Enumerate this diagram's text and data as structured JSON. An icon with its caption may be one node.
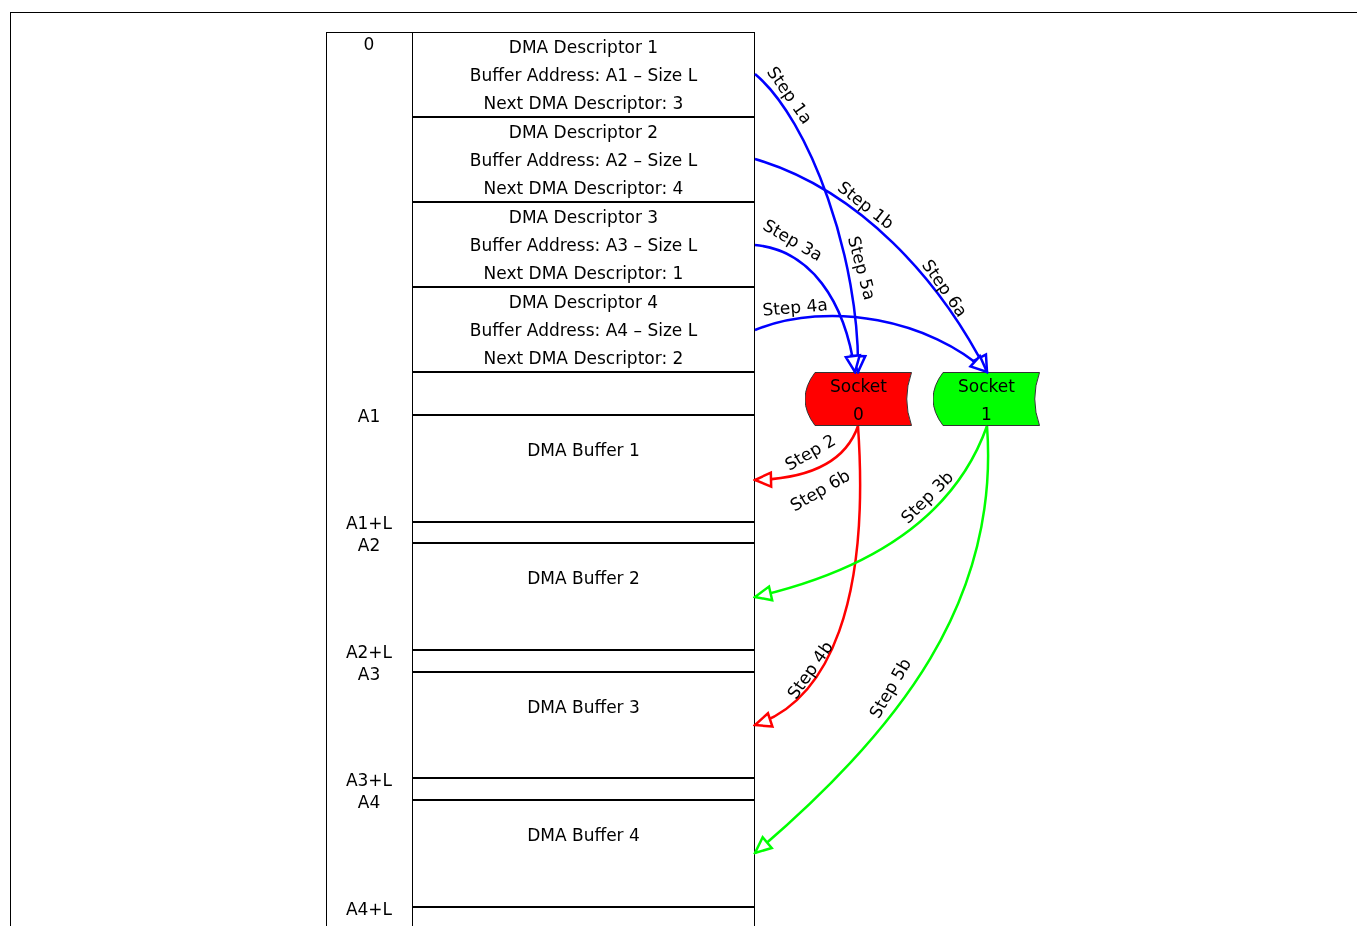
{
  "diagram": {
    "nodes": [
      {
        "text": [
          "DMA Descriptor 1",
          "Buffer Address: A1 – Size L",
          "Next DMA Descriptor: 3"
        ]
      },
      {
        "text": [
          "DMA Descriptor 2",
          "Buffer Address: A2 – Size L",
          "Next DMA Descriptor: 4"
        ]
      },
      {
        "text": [
          "DMA Descriptor 3",
          "Buffer Address: A3 – Size L",
          "Next DMA Descriptor: 1"
        ]
      },
      {
        "text": [
          "DMA Descriptor 4",
          "Buffer Address: A4 – Size L",
          "Next DMA Descriptor: 2"
        ]
      },
      {
        "text": [],
        "shape": "box"
      },
      {
        "text": [
          "DMA Buffer 1"
        ]
      },
      {
        "text": [],
        "shape": "box"
      },
      {
        "text": [
          "DMA Buffer 2"
        ]
      },
      {
        "text": [],
        "shape": "box"
      },
      {
        "text": [
          "DMA Buffer 3"
        ]
      },
      {
        "text": [],
        "shape": "box"
      },
      {
        "text": [
          "DMA Buffer 4"
        ]
      },
      {
        "text": [],
        "shape": "box"
      },
      {
        "text": [
          "Socket 0"
        ]
      },
      {
        "text": [
          "Socket 1"
        ]
      }
    ],
    "edges": [
      {
        "from": 0,
        "to": 13,
        "arrow": "to",
        "label": "Step 1a"
      },
      {
        "from": 1,
        "to": 14,
        "arrow": "to",
        "label": "Step 1b"
      },
      {
        "from": 2,
        "to": 13,
        "arrow": "to",
        "label": "Step 3a"
      },
      {
        "from": 3,
        "to": 14,
        "arrow": "to",
        "label": "Step 4a"
      },
      {
        "from": 13,
        "to": 5,
        "arrow": "to",
        "label": "Step 2",
        "color": "#ff0000"
      },
      {
        "from": 13,
        "to": 9,
        "arrow": "to",
        "label": "Step 4b",
        "color": "#ff0000"
      },
      {
        "from": 14,
        "to": 7,
        "arrow": "to",
        "label": "Step 3b",
        "color": "#00ff00"
      },
      {
        "from": 14,
        "to": 11,
        "arrow": "to",
        "label": "Step 5b",
        "color": "#00ff00"
      }
    ],
    "labels": [
      "0",
      "A1",
      "A1+L",
      "A2",
      "A2+L",
      "A3",
      "A3+L",
      "A4",
      "A4+L",
      "Step 5a",
      "Step 6a",
      "Step 6b"
    ]
  }
}
